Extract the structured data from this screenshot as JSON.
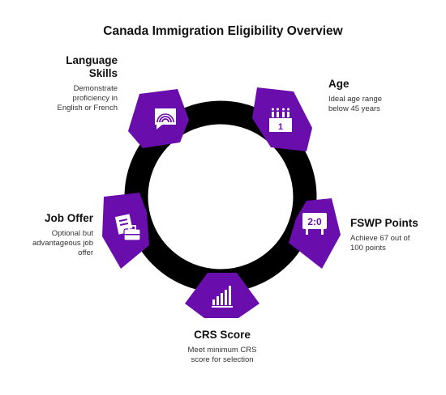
{
  "title": "Canada Immigration Eligibility Overview",
  "colors": {
    "ring": "#000000",
    "segment": "#6A0DAD",
    "icon": "#ffffff"
  },
  "segments": [
    {
      "id": "language",
      "heading": "Language Skills",
      "heading_lines": [
        "Language",
        "Skills"
      ],
      "description_lines": [
        "Demonstrate",
        "proficiency in",
        "English or French"
      ],
      "icon": "speech-bubble-icon"
    },
    {
      "id": "age",
      "heading": "Age",
      "heading_lines": [
        "Age"
      ],
      "description_lines": [
        "Ideal age range",
        "below 45 years"
      ],
      "icon": "birthday-cake-icon"
    },
    {
      "id": "fswp",
      "heading": "FSWP Points",
      "heading_lines": [
        "FSWP Points"
      ],
      "description_lines": [
        "Achieve 67 out of",
        "100 points"
      ],
      "icon": "scoreboard-icon",
      "icon_text": "2:0"
    },
    {
      "id": "crs",
      "heading": "CRS Score",
      "heading_lines": [
        "CRS Score"
      ],
      "description_lines": [
        "Meet minimum CRS",
        "score for selection"
      ],
      "icon": "bar-chart-icon"
    },
    {
      "id": "job",
      "heading": "Job Offer",
      "heading_lines": [
        "Job Offer"
      ],
      "description_lines": [
        "Optional but",
        "advantageous job",
        "offer"
      ],
      "icon": "briefcase-icon"
    }
  ]
}
